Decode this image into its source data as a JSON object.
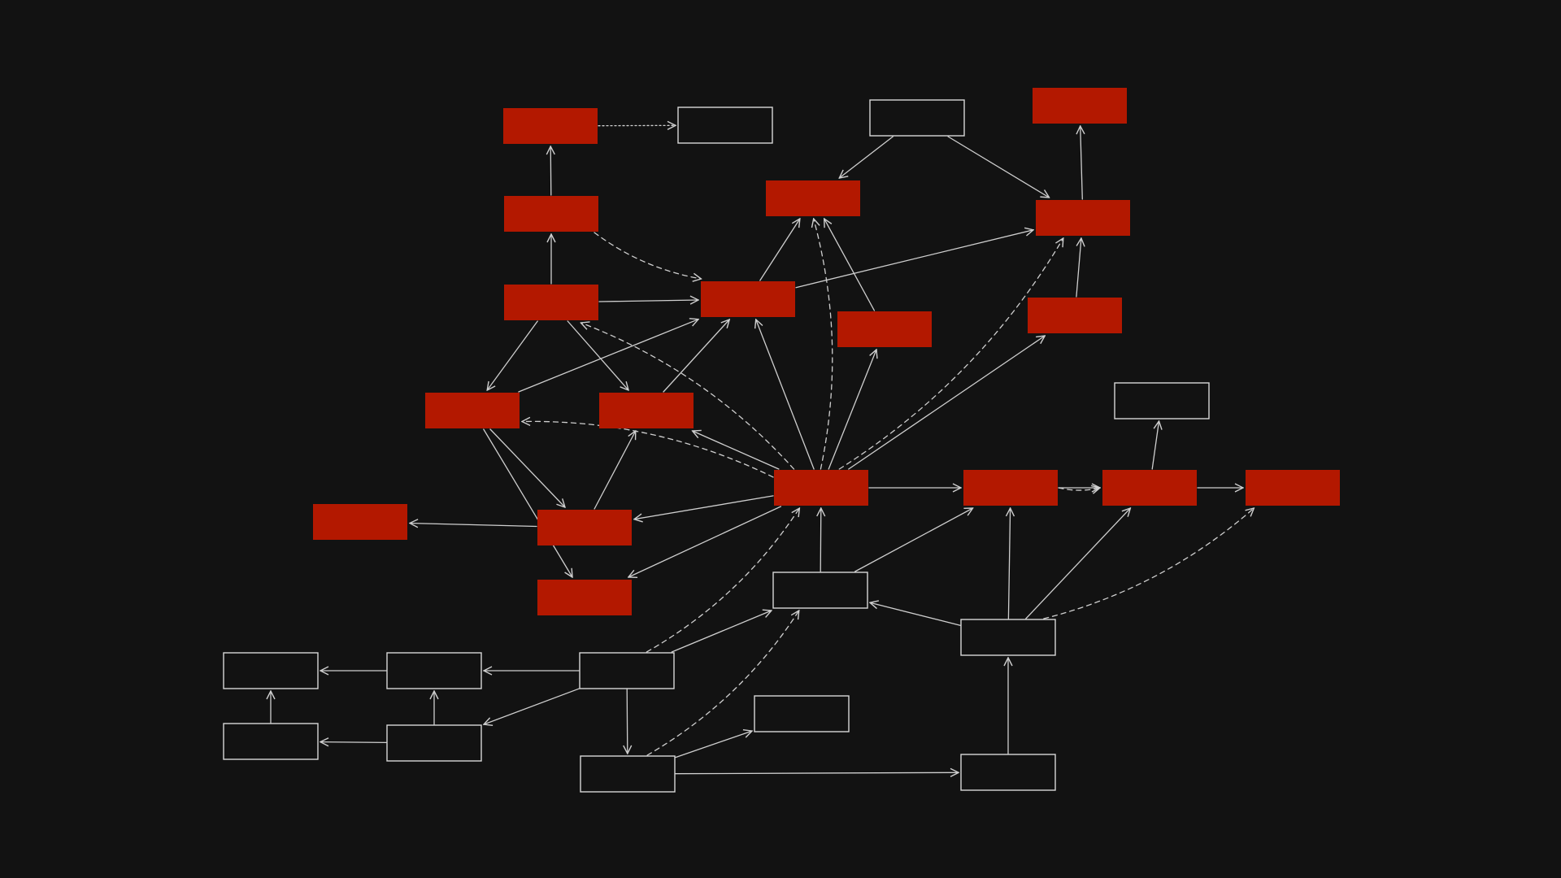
{
  "diagram": {
    "title": "",
    "colors": {
      "background": "#121212",
      "filled": "#B31800",
      "outline": "#D8D8D8",
      "edge": "#CFCFCF"
    },
    "nodes": [
      {
        "id": "r1",
        "style": "filled",
        "label": ""
      },
      {
        "id": "o1",
        "style": "outline",
        "label": ""
      },
      {
        "id": "o2",
        "style": "outline",
        "label": ""
      },
      {
        "id": "r2",
        "style": "filled",
        "label": ""
      },
      {
        "id": "r3",
        "style": "filled",
        "label": ""
      },
      {
        "id": "r4",
        "style": "filled",
        "label": ""
      },
      {
        "id": "r5",
        "style": "filled",
        "label": ""
      },
      {
        "id": "r6",
        "style": "filled",
        "label": ""
      },
      {
        "id": "r7",
        "style": "filled",
        "label": ""
      },
      {
        "id": "r8",
        "style": "filled",
        "label": ""
      },
      {
        "id": "r9",
        "style": "filled",
        "label": ""
      },
      {
        "id": "r10",
        "style": "filled",
        "label": ""
      },
      {
        "id": "r11",
        "style": "filled",
        "label": ""
      },
      {
        "id": "r12",
        "style": "filled",
        "label": ""
      },
      {
        "id": "r13",
        "style": "filled",
        "label": ""
      },
      {
        "id": "r14",
        "style": "filled",
        "label": ""
      },
      {
        "id": "r15",
        "style": "filled",
        "label": ""
      },
      {
        "id": "r16",
        "style": "filled",
        "label": ""
      },
      {
        "id": "r17",
        "style": "filled",
        "label": ""
      },
      {
        "id": "r18",
        "style": "filled",
        "label": ""
      },
      {
        "id": "o3",
        "style": "outline",
        "label": ""
      },
      {
        "id": "o4",
        "style": "outline",
        "label": ""
      },
      {
        "id": "o5",
        "style": "outline",
        "label": ""
      },
      {
        "id": "o6",
        "style": "outline",
        "label": ""
      },
      {
        "id": "o7",
        "style": "outline",
        "label": ""
      },
      {
        "id": "o8",
        "style": "outline",
        "label": ""
      },
      {
        "id": "o9",
        "style": "outline",
        "label": ""
      },
      {
        "id": "o10",
        "style": "outline",
        "label": ""
      },
      {
        "id": "o11",
        "style": "outline",
        "label": ""
      },
      {
        "id": "o12",
        "style": "outline",
        "label": ""
      },
      {
        "id": "o13",
        "style": "outline",
        "label": ""
      }
    ],
    "edges": [
      {
        "from": "r2",
        "to": "r1",
        "style": "solid"
      },
      {
        "from": "r1",
        "to": "o1",
        "style": "dotted"
      },
      {
        "from": "r2",
        "to": "r7",
        "style": "dashed"
      },
      {
        "from": "r6",
        "to": "r2",
        "style": "solid"
      },
      {
        "from": "r6",
        "to": "r7",
        "style": "solid"
      },
      {
        "from": "r6",
        "to": "r10",
        "style": "solid"
      },
      {
        "from": "r6",
        "to": "r11",
        "style": "solid"
      },
      {
        "from": "o2",
        "to": "r4",
        "style": "solid"
      },
      {
        "from": "o2",
        "to": "r5",
        "style": "solid"
      },
      {
        "from": "r7",
        "to": "r4",
        "style": "solid"
      },
      {
        "from": "r7",
        "to": "r5",
        "style": "solid"
      },
      {
        "from": "r8",
        "to": "r4",
        "style": "solid"
      },
      {
        "from": "r5",
        "to": "r3",
        "style": "solid"
      },
      {
        "from": "r9",
        "to": "r5",
        "style": "solid"
      },
      {
        "from": "r10",
        "to": "r7",
        "style": "solid"
      },
      {
        "from": "r11",
        "to": "r7",
        "style": "solid"
      },
      {
        "from": "r10",
        "to": "r14",
        "style": "solid"
      },
      {
        "from": "r10",
        "to": "r15",
        "style": "solid"
      },
      {
        "from": "r14",
        "to": "r11",
        "style": "solid"
      },
      {
        "from": "r14",
        "to": "r13",
        "style": "solid"
      },
      {
        "from": "r12",
        "to": "r7",
        "style": "solid"
      },
      {
        "from": "r12",
        "to": "r8",
        "style": "solid"
      },
      {
        "from": "r12",
        "to": "r9",
        "style": "solid"
      },
      {
        "from": "r12",
        "to": "r11",
        "style": "solid"
      },
      {
        "from": "r12",
        "to": "r14",
        "style": "solid"
      },
      {
        "from": "r12",
        "to": "r15",
        "style": "solid"
      },
      {
        "from": "r12",
        "to": "r16",
        "style": "solid"
      },
      {
        "from": "r12",
        "to": "r4",
        "style": "dashed"
      },
      {
        "from": "r12",
        "to": "r5",
        "style": "dashed"
      },
      {
        "from": "r12",
        "to": "r6",
        "style": "dashed"
      },
      {
        "from": "r12",
        "to": "r10",
        "style": "dashed"
      },
      {
        "from": "r16",
        "to": "r17",
        "style": "solid"
      },
      {
        "from": "r16",
        "to": "r17",
        "style": "dashed"
      },
      {
        "from": "r17",
        "to": "o3",
        "style": "solid"
      },
      {
        "from": "r17",
        "to": "r18",
        "style": "solid"
      },
      {
        "from": "o4",
        "to": "r12",
        "style": "solid"
      },
      {
        "from": "o4",
        "to": "r16",
        "style": "solid"
      },
      {
        "from": "o5",
        "to": "o4",
        "style": "solid"
      },
      {
        "from": "o5",
        "to": "r16",
        "style": "solid"
      },
      {
        "from": "o5",
        "to": "r17",
        "style": "solid"
      },
      {
        "from": "o5",
        "to": "r18",
        "style": "dashed"
      },
      {
        "from": "o6",
        "to": "o4",
        "style": "solid"
      },
      {
        "from": "o6",
        "to": "r12",
        "style": "dashed"
      },
      {
        "from": "o6",
        "to": "o7",
        "style": "solid"
      },
      {
        "from": "o6",
        "to": "o9",
        "style": "solid"
      },
      {
        "from": "o6",
        "to": "o11",
        "style": "solid"
      },
      {
        "from": "o7",
        "to": "o8",
        "style": "solid"
      },
      {
        "from": "o9",
        "to": "o7",
        "style": "solid"
      },
      {
        "from": "o9",
        "to": "o10",
        "style": "solid"
      },
      {
        "from": "o10",
        "to": "o8",
        "style": "solid"
      },
      {
        "from": "o11",
        "to": "o4",
        "style": "dashed"
      },
      {
        "from": "o11",
        "to": "o12",
        "style": "solid"
      },
      {
        "from": "o11",
        "to": "o13",
        "style": "solid"
      },
      {
        "from": "o13",
        "to": "o5",
        "style": "solid"
      }
    ]
  }
}
